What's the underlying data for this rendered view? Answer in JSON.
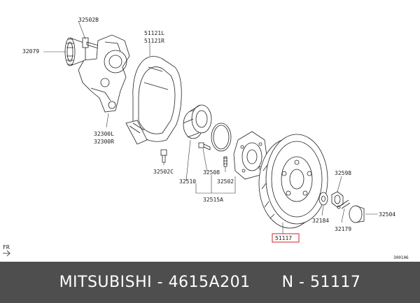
{
  "callouts": {
    "knuckle_bolt": "32502B",
    "driveshaft": "32079",
    "dust_shield_l": "51121L",
    "dust_shield_r": "51121R",
    "knuckle_l": "32300L",
    "knuckle_r": "32300R",
    "bolt_c": "32502C",
    "bearing": "32510",
    "hub_bolt": "32508",
    "stud": "32502",
    "assy": "32515A",
    "washer": "32184",
    "nut": "32598",
    "pin": "32179",
    "cap": "32504",
    "disc": "51117"
  },
  "fr_mark": "FR",
  "diagram_code": "300106",
  "footer": {
    "brand": "MITSUBISHI",
    "part_number": "4615A201",
    "ref": "N - 51117"
  },
  "colors": {
    "highlight": "#d42020",
    "footer_bg": "#4e4e4e"
  }
}
